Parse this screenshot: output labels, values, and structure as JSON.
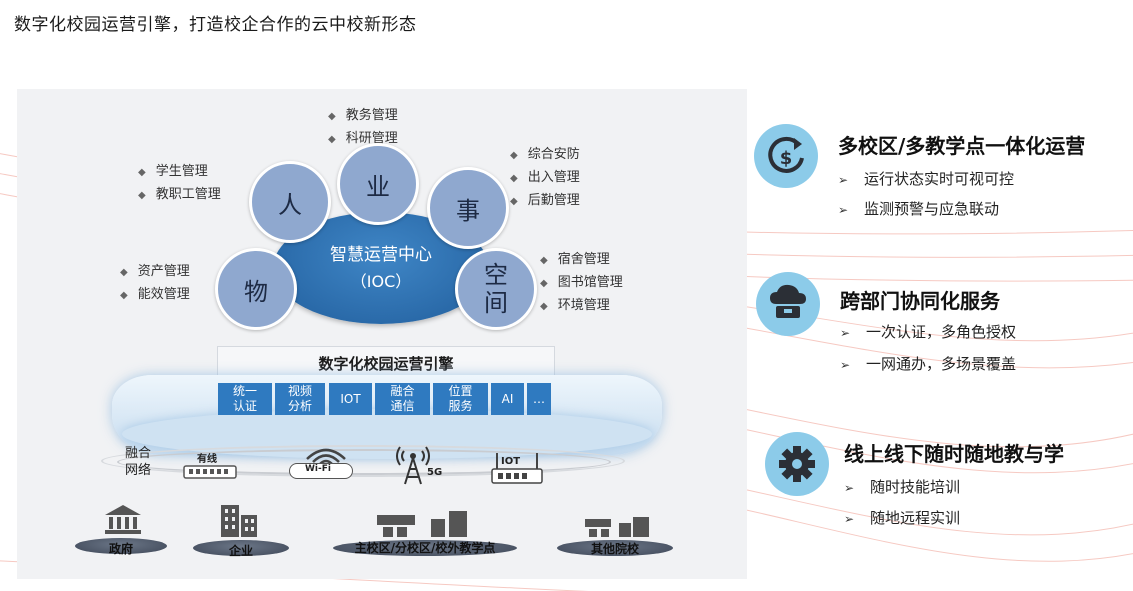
{
  "title": "数字化校园运营引擎，打造校企合作的云中校新形态",
  "modules": {
    "academic": [
      "教务管理",
      "科研管理"
    ],
    "people": [
      "学生管理",
      "教职工管理"
    ],
    "affairs": [
      "综合安防",
      "出入管理",
      "后勤管理"
    ],
    "assets": [
      "资产管理",
      "能效管理"
    ],
    "space": [
      "宿舍管理",
      "图书馆管理",
      "环境管理"
    ]
  },
  "bullet": "◆",
  "circles": {
    "people": "人",
    "business": "业",
    "affairs": "事",
    "things": "物",
    "space_1": "空",
    "space_2": "间"
  },
  "ioc": {
    "line1": "智慧运营中心",
    "line2": "（IOC）"
  },
  "engine": {
    "title": "数字化校园运营引擎",
    "tiles": [
      {
        "l1": "统一",
        "l2": "认证"
      },
      {
        "l1": "视频",
        "l2": "分析"
      },
      {
        "l1": "IOT",
        "l2": ""
      },
      {
        "l1": "融合",
        "l2": "通信"
      },
      {
        "l1": "位置",
        "l2": "服务"
      },
      {
        "l1": "AI",
        "l2": ""
      },
      {
        "l1": "…",
        "l2": ""
      }
    ]
  },
  "network": {
    "label_1": "融合",
    "label_2": "网络",
    "wired": "有线",
    "wifi": "Wi-Fi",
    "five_g": "5G",
    "iot": "IOT"
  },
  "platforms": [
    "政府",
    "企业",
    "主校区/分校区/校外教学点",
    "其他院校"
  ],
  "features": [
    {
      "icon": "dollar-cycle-icon",
      "title": "多校区/多教学点一体化运营",
      "items": [
        "运行状态实时可视可控",
        "监测预警与应急联动"
      ]
    },
    {
      "icon": "cloud-box-icon",
      "title": "跨部门协同化服务",
      "items": [
        "一次认证，多角色授权",
        "一网通办，多场景覆盖"
      ]
    },
    {
      "icon": "gear-icon",
      "title": "线上线下随时随地教与学",
      "items": [
        "随时技能培训",
        "随地远程实训"
      ]
    }
  ],
  "arrow": "➢",
  "colors": {
    "accent": "#2f7ac0",
    "circle": "#8fa8cf",
    "icon_bg": "#8ccbe9"
  }
}
